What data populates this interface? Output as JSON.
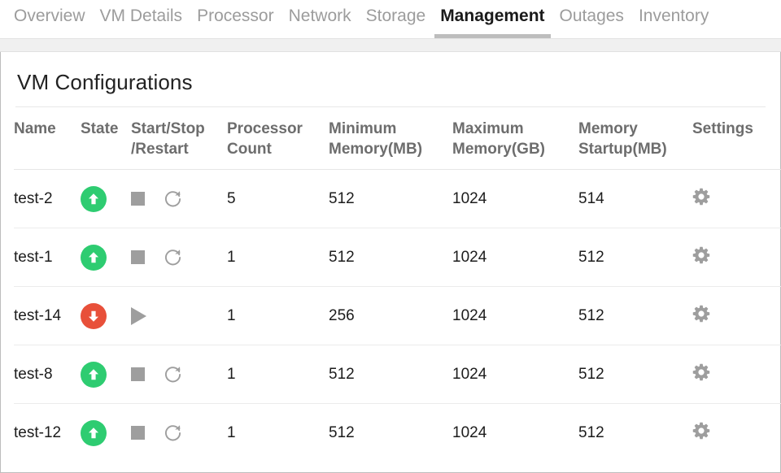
{
  "tabs": [
    {
      "label": "Overview",
      "active": false
    },
    {
      "label": "VM Details",
      "active": false
    },
    {
      "label": "Processor",
      "active": false
    },
    {
      "label": "Network",
      "active": false
    },
    {
      "label": "Storage",
      "active": false
    },
    {
      "label": "Management",
      "active": true
    },
    {
      "label": "Outages",
      "active": false
    },
    {
      "label": "Inventory",
      "active": false
    }
  ],
  "panel": {
    "title": "VM Configurations"
  },
  "table": {
    "columns": [
      "Name",
      "State",
      "Start/Stop /Restart",
      "Processor Count",
      "Minimum Memory(MB)",
      "Maximum Memory(GB)",
      "Memory Startup(MB)",
      "Settings"
    ],
    "columns_lines": [
      [
        "Name"
      ],
      [
        "State"
      ],
      [
        "Start/Stop",
        "/Restart"
      ],
      [
        "Processor",
        "Count"
      ],
      [
        "Minimum",
        "Memory(MB)"
      ],
      [
        "Maximum",
        "Memory(GB)"
      ],
      [
        "Memory",
        "Startup(MB)"
      ],
      [
        "Settings"
      ]
    ],
    "rows": [
      {
        "name": "test-2",
        "state": "running",
        "controls": [
          "stop",
          "restart"
        ],
        "processor_count": "5",
        "minimum_memory_mb": "512",
        "maximum_memory_gb": "1024",
        "memory_startup_mb": "514",
        "settings": "gear"
      },
      {
        "name": "test-1",
        "state": "running",
        "controls": [
          "stop",
          "restart"
        ],
        "processor_count": "1",
        "minimum_memory_mb": "512",
        "maximum_memory_gb": "1024",
        "memory_startup_mb": "512",
        "settings": "gear"
      },
      {
        "name": "test-14",
        "state": "stopped",
        "controls": [
          "start"
        ],
        "processor_count": "1",
        "minimum_memory_mb": "256",
        "maximum_memory_gb": "1024",
        "memory_startup_mb": "512",
        "settings": "gear"
      },
      {
        "name": "test-8",
        "state": "running",
        "controls": [
          "stop",
          "restart"
        ],
        "processor_count": "1",
        "minimum_memory_mb": "512",
        "maximum_memory_gb": "1024",
        "memory_startup_mb": "512",
        "settings": "gear"
      },
      {
        "name": "test-12",
        "state": "running",
        "controls": [
          "stop",
          "restart"
        ],
        "processor_count": "1",
        "minimum_memory_mb": "512",
        "maximum_memory_gb": "1024",
        "memory_startup_mb": "512",
        "settings": "gear"
      }
    ]
  },
  "colors": {
    "state_running": "#2ecc71",
    "state_stopped": "#e8503a",
    "control_gray": "#9e9e9e",
    "header_text": "#6d6d6d",
    "tab_inactive": "#9c9c9c",
    "tab_active": "#1a1a1a",
    "tab_underline": "#bdbdbd"
  },
  "icon_names": {
    "running": "arrow-up-circle-icon",
    "stopped": "arrow-down-circle-icon",
    "stop": "stop-square-icon",
    "restart": "restart-circular-arrow-icon",
    "start": "play-triangle-icon",
    "settings": "gear-icon"
  }
}
